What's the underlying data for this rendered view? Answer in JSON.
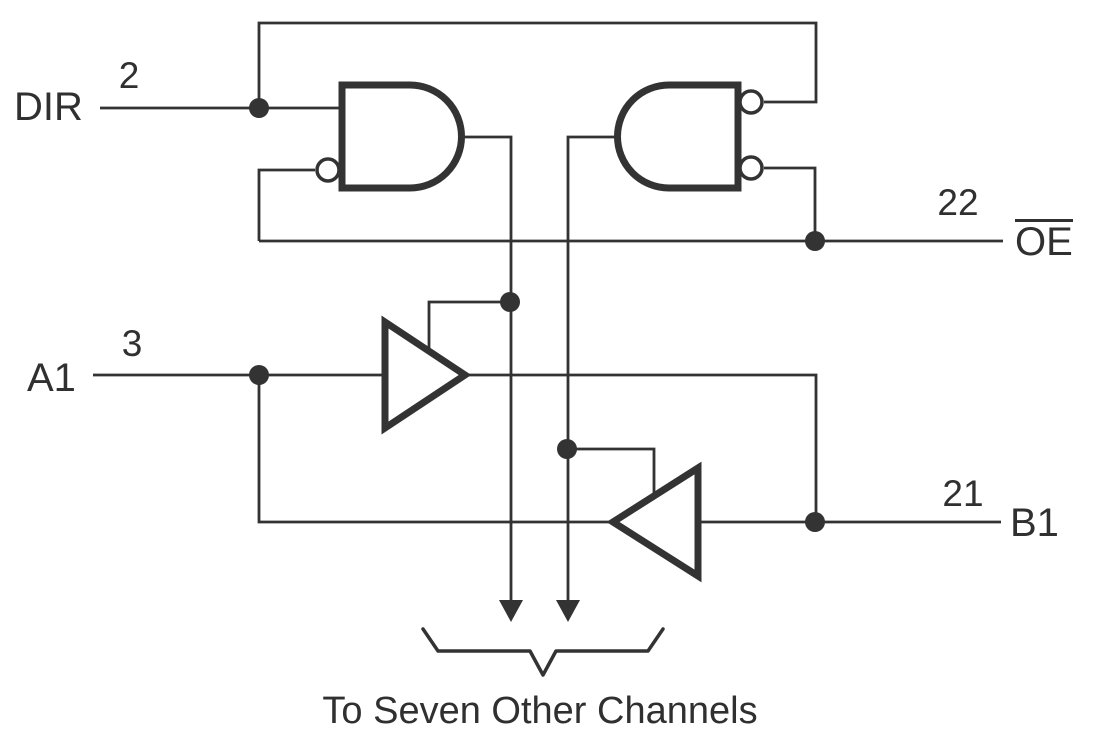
{
  "figure": {
    "title": "logic-diagram-one-channel",
    "caption": "To Seven Other Channels",
    "signals": {
      "dir": {
        "label": "DIR",
        "pin": "2"
      },
      "a1": {
        "label": "A1",
        "pin": "3"
      },
      "oe": {
        "label": "OE",
        "pin": "22"
      },
      "b1": {
        "label": "B1",
        "pin": "21"
      }
    },
    "colors": {
      "stroke": "#333333",
      "text": "#303030",
      "background": "#ffffff"
    }
  }
}
